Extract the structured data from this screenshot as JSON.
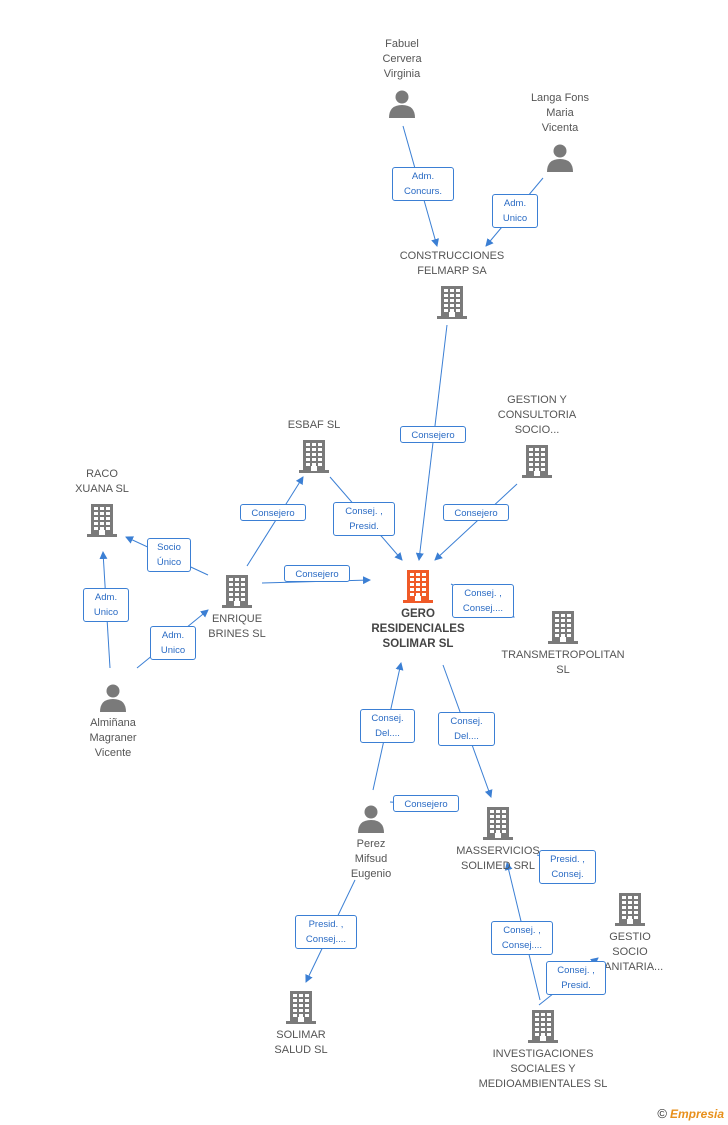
{
  "nodes": [
    {
      "id": "fabuel",
      "type": "person",
      "lines": [
        "Fabuel",
        "Cervera",
        "Virginia"
      ]
    },
    {
      "id": "langa",
      "type": "person",
      "lines": [
        "Langa Fons",
        "Maria",
        "Vicenta"
      ]
    },
    {
      "id": "construcciones",
      "type": "company",
      "lines": [
        "CONSTRUCCIONES",
        "FELMARP SA"
      ]
    },
    {
      "id": "esbaf",
      "type": "company",
      "lines": [
        "ESBAF SL"
      ]
    },
    {
      "id": "gestion",
      "type": "company",
      "lines": [
        "GESTION Y",
        "CONSULTORIA",
        "SOCIO..."
      ]
    },
    {
      "id": "raco",
      "type": "company",
      "lines": [
        "RACO",
        "XUANA SL"
      ]
    },
    {
      "id": "enrique",
      "type": "company",
      "lines": [
        "ENRIQUE",
        "BRINES SL"
      ]
    },
    {
      "id": "gero",
      "type": "company",
      "main": true,
      "lines": [
        "GERO",
        "RESIDENCIALES",
        "SOLIMAR SL"
      ]
    },
    {
      "id": "transmetro",
      "type": "company",
      "lines": [
        "TRANSMETROPOLITAN SL"
      ]
    },
    {
      "id": "almin",
      "type": "person",
      "lines": [
        "Almiñana",
        "Magraner",
        "Vicente"
      ]
    },
    {
      "id": "perez",
      "type": "person",
      "lines": [
        "Perez",
        "Mifsud",
        "Eugenio"
      ]
    },
    {
      "id": "masservicios",
      "type": "company",
      "lines": [
        "MASSERVICIOS",
        "SOLIMED SRL"
      ]
    },
    {
      "id": "gestio",
      "type": "company",
      "lines": [
        "GESTIO",
        "SOCIO",
        "SANITARIA..."
      ]
    },
    {
      "id": "solimar",
      "type": "company",
      "lines": [
        "SOLIMAR",
        "SALUD SL"
      ]
    },
    {
      "id": "investigaciones",
      "type": "company",
      "lines": [
        "INVESTIGACIONES",
        "SOCIALES Y",
        "MEDIOAMBIENTALES SL"
      ]
    }
  ],
  "edges": [
    {
      "id": "e1",
      "lines": [
        "Adm.",
        "Concurs."
      ]
    },
    {
      "id": "e2",
      "lines": [
        "Adm.",
        "Unico"
      ]
    },
    {
      "id": "e3",
      "lines": [
        "Consejero"
      ]
    },
    {
      "id": "e4",
      "lines": [
        "Consejero"
      ]
    },
    {
      "id": "e5",
      "lines": [
        "Consej. ,",
        "Presid."
      ]
    },
    {
      "id": "e6",
      "lines": [
        "Consejero"
      ]
    },
    {
      "id": "e7",
      "lines": [
        "Socio",
        "Único"
      ]
    },
    {
      "id": "e8",
      "lines": [
        "Consejero"
      ]
    },
    {
      "id": "e9",
      "lines": [
        "Consej. ,",
        "Consej...."
      ]
    },
    {
      "id": "e10",
      "lines": [
        "Adm.",
        "Unico"
      ]
    },
    {
      "id": "e11",
      "lines": [
        "Adm.",
        "Unico"
      ]
    },
    {
      "id": "e12",
      "lines": [
        "Consej.",
        "Del...."
      ]
    },
    {
      "id": "e13",
      "lines": [
        "Consej.",
        "Del...."
      ]
    },
    {
      "id": "e14",
      "lines": [
        "Consejero"
      ]
    },
    {
      "id": "e15",
      "lines": [
        "Presid. ,",
        "Consej."
      ]
    },
    {
      "id": "e16",
      "lines": [
        "Presid. ,",
        "Consej...."
      ]
    },
    {
      "id": "e17",
      "lines": [
        "Consej. ,",
        "Consej...."
      ]
    },
    {
      "id": "e18",
      "lines": [
        "Consej. ,",
        "Presid."
      ]
    }
  ],
  "colors": {
    "edge": "#3b7fd4",
    "icon": "#7a7a7a",
    "main_icon": "#f05a28"
  },
  "footer": {
    "copyright": "©",
    "brand": "Empresia"
  }
}
